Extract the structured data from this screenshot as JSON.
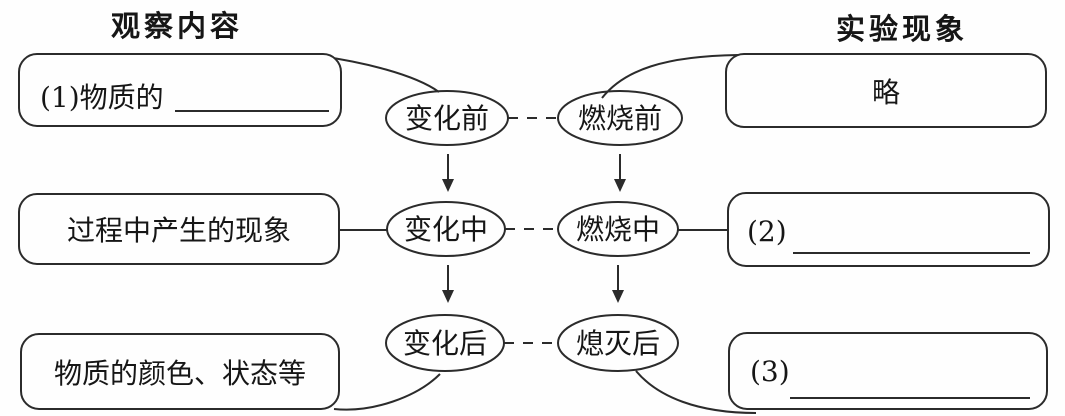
{
  "headers": {
    "left": "观察内容",
    "right": "实验现象"
  },
  "observation": {
    "items": [
      {
        "label": "(1)物质的",
        "blank": true
      },
      {
        "label": "过程中产生的现象",
        "blank": false
      },
      {
        "label": "物质的颜色、状态等",
        "blank": false
      }
    ]
  },
  "phenomena": {
    "items": [
      {
        "label": "略",
        "blank": false
      },
      {
        "label": "(2)",
        "blank": true
      },
      {
        "label": "(3)",
        "blank": true
      }
    ]
  },
  "nodes": {
    "change": [
      "变化前",
      "变化中",
      "变化后"
    ],
    "burn": [
      "燃烧前",
      "燃烧中",
      "熄灭后"
    ]
  },
  "colors": {
    "stroke": "#2b2b2b",
    "text": "#161616",
    "background": "#fefefe"
  }
}
